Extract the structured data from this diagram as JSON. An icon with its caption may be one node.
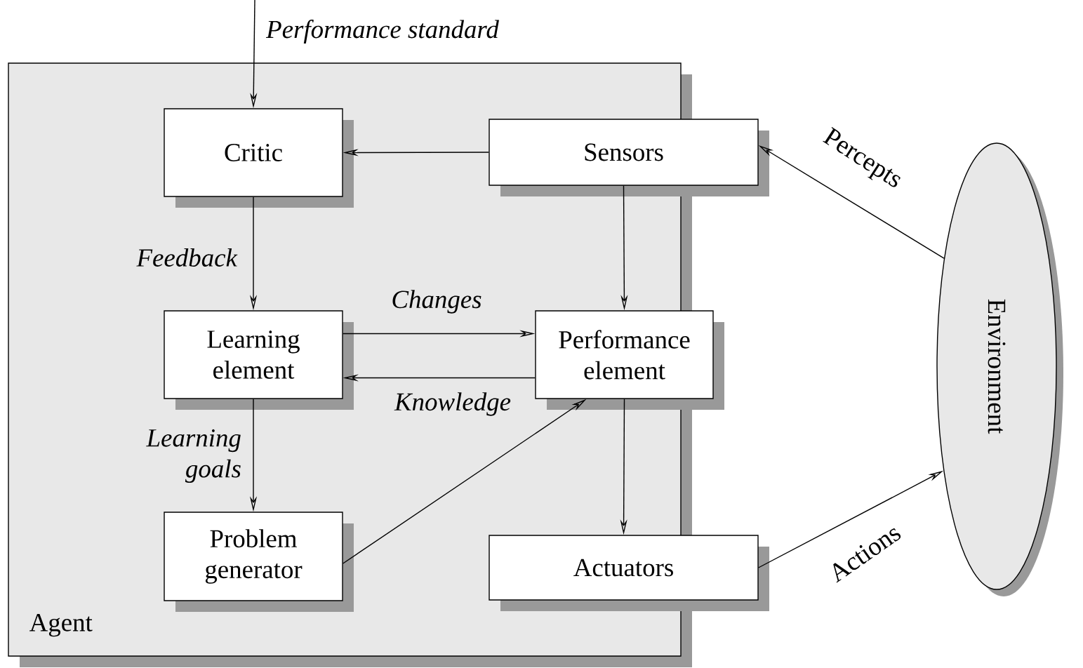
{
  "diagram": {
    "nodes": [
      {
        "text": [
          "Agent"
        ]
      },
      {
        "text": [
          "Critic"
        ],
        "in": 0
      },
      {
        "text": [
          "Sensors"
        ]
      },
      {
        "text": [
          "Learning element"
        ],
        "in": 0
      },
      {
        "text": [
          "Performance element"
        ]
      },
      {
        "text": [
          "Problem generator"
        ],
        "in": 0
      },
      {
        "text": [
          "Actuators"
        ]
      },
      {
        "text": [
          "Environment"
        ]
      }
    ],
    "edges": [
      {
        "from": null,
        "to": 1,
        "arrow": "to",
        "label": "Performance standard"
      },
      {
        "from": 2,
        "to": 1,
        "arrow": "to"
      },
      {
        "from": 1,
        "to": 3,
        "arrow": "to",
        "label": "Feedback"
      },
      {
        "from": 3,
        "to": 4,
        "arrow": "to",
        "label": "Changes"
      },
      {
        "from": 4,
        "to": 3,
        "arrow": "to",
        "label": "Knowledge"
      },
      {
        "from": 3,
        "to": 5,
        "arrow": "to",
        "label": "Learning goals"
      },
      {
        "from": 5,
        "to": 4,
        "arrow": "to"
      },
      {
        "from": 2,
        "to": 4,
        "arrow": "to"
      },
      {
        "from": 4,
        "to": 6,
        "arrow": "to"
      },
      {
        "from": 7,
        "to": 2,
        "arrow": "to",
        "label": "Percepts"
      },
      {
        "from": 6,
        "to": 7,
        "arrow": "to",
        "label": "Actions"
      }
    ]
  }
}
